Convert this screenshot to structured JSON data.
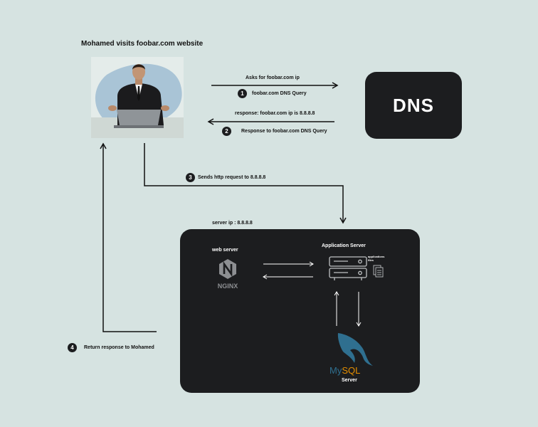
{
  "title": "Mohamed visits foobar.com website",
  "dns_label": "DNS",
  "step1": {
    "number": "1",
    "above": "Asks for foobar.com ip",
    "below": "foobar.com DNS Query"
  },
  "step2": {
    "number": "2",
    "above": "response: foobar.com ip is 8.8.8.8",
    "below": "Response to foobar.com DNS Query"
  },
  "step3": {
    "number": "3",
    "text": "Sends http request to 8.8.8.8"
  },
  "step4": {
    "number": "4",
    "text": "Return response to Mohamed"
  },
  "server_ip": "server ip : 8.8.8.8",
  "web_server": {
    "label": "web server",
    "logo_text": "NGINX"
  },
  "app_server": {
    "label": "Application Server",
    "files_label": "applications files"
  },
  "db": {
    "logo_text_my": "My",
    "logo_text_sql": "SQL",
    "label": "Server"
  },
  "icons": [
    "user-at-laptop-icon",
    "nginx-logo",
    "server-rack-icon",
    "files-icon",
    "mysql-dolphin-logo"
  ],
  "colors": {
    "background": "#d6e3e1",
    "dark_box": "#1c1d1f",
    "mysql_blue": "#2f6f8f",
    "mysql_orange": "#e48e00"
  }
}
